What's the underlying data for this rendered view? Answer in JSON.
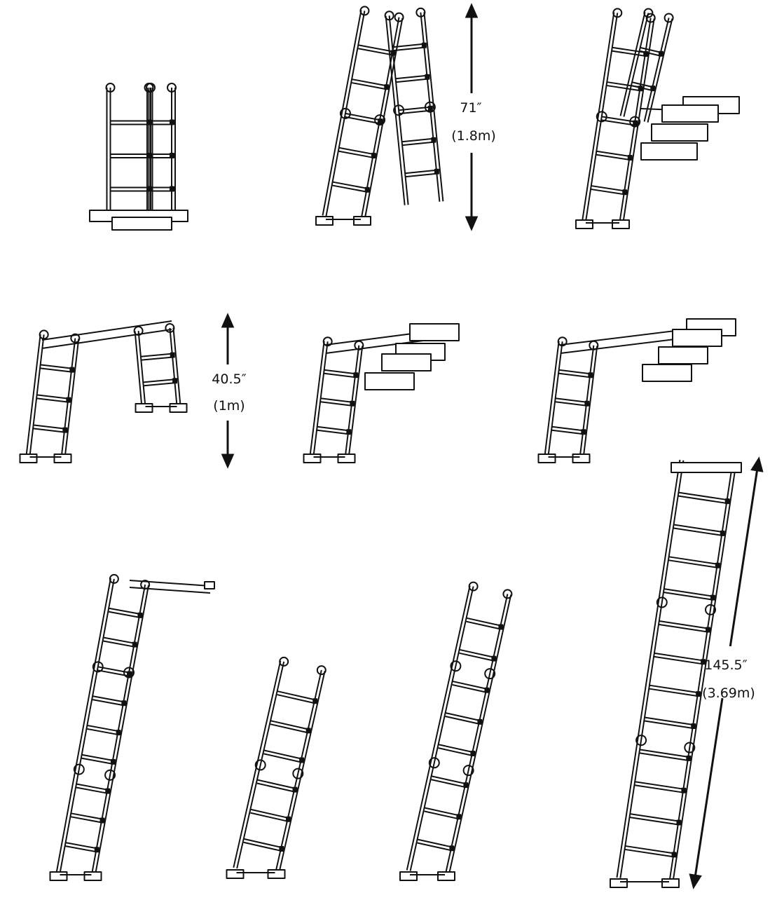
{
  "title": "Multi-position folding ladder configurations",
  "dimensions": {
    "a_frame": {
      "height_in": "71″",
      "height_m": "(1.8m)"
    },
    "scaffold": {
      "height_in": "40.5″",
      "height_m": "(1m)"
    },
    "extension": {
      "height_in": "145.5″",
      "height_m": "(3.69m)"
    }
  },
  "configurations": [
    "folded",
    "a-frame",
    "a-frame-stairs",
    "scaffold",
    "stair-platform-1",
    "stair-platform-2",
    "wall-offset",
    "short-extension",
    "staircase-extension",
    "full-extension"
  ],
  "colors": {
    "line": "#111111",
    "background": "#ffffff"
  }
}
